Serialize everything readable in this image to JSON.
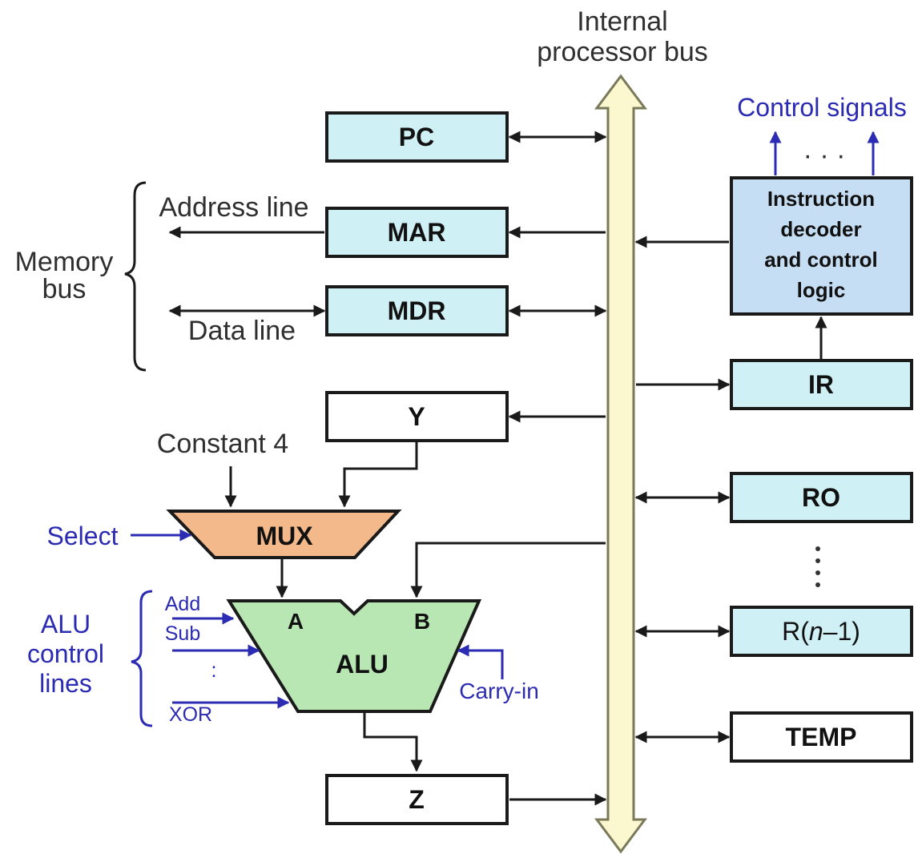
{
  "bus": {
    "label_line1": "Internal",
    "label_line2": "processor bus",
    "fill_color": "#fbf7cf"
  },
  "colors": {
    "register_fill": "#cff0f4",
    "plain_fill": "#ffffff",
    "decoder_fill": "#c6def3",
    "mux_fill": "#f4b98a",
    "alu_fill": "#b8e7b3",
    "control_blue": "#2b2bb3"
  },
  "registers": {
    "pc": "PC",
    "mar": "MAR",
    "mdr": "MDR",
    "y": "Y",
    "z": "Z",
    "ir": "IR",
    "r0": "RO",
    "rn1_prefix": "R(",
    "rn1_var": "n",
    "rn1_suffix": "–1)",
    "temp": "TEMP"
  },
  "memory_bus": {
    "label_line1": "Memory",
    "label_line2": "bus",
    "address_line": "Address line",
    "data_line": "Data line"
  },
  "decoder": {
    "line1": "Instruction",
    "line2": "decoder",
    "line3": "and control",
    "line4": "logic",
    "signals_label": "Control signals",
    "ellipsis": "· · ·"
  },
  "mux": {
    "label": "MUX",
    "constant_label": "Constant 4",
    "select_label": "Select"
  },
  "alu": {
    "label": "ALU",
    "input_a": "A",
    "input_b": "B",
    "carry_in": "Carry-in",
    "control_label_line1": "ALU",
    "control_label_line2": "control",
    "control_label_line3": "lines",
    "ctrl_add": "Add",
    "ctrl_sub": "Sub",
    "ctrl_dots": ":",
    "ctrl_xor": "XOR"
  },
  "register_ellipsis": "·\n·\n·"
}
